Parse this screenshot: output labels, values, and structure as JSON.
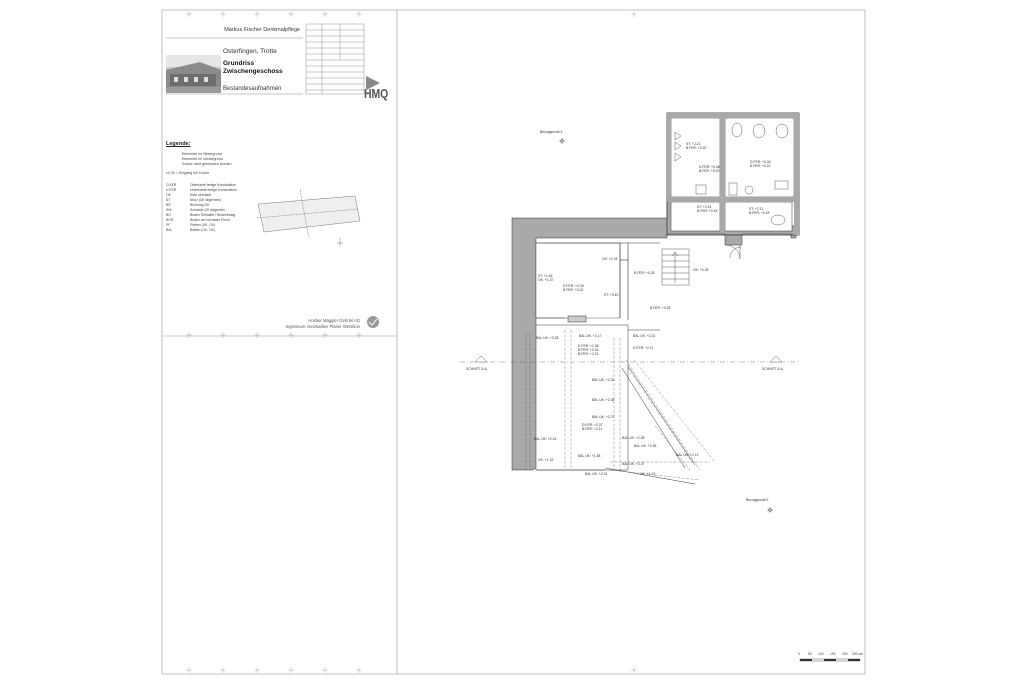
{
  "titleblock": {
    "header": "Markus Fischer Denkmalpflege",
    "place": "Osterfingen, Trotte",
    "title_line1": "Grundriss",
    "title_line2": "Zwischengeschoss",
    "subtitle": "Bestandesaufnahmen",
    "logo": "HMQ",
    "office_footer_line1": "Hosber Mäggler Gehrtel AG",
    "office_footer_line2": "Ingenieure Geomatiker Planer Wetzikon"
  },
  "legend": {
    "title": "Legende:",
    "lines": [
      "Elemente im Hintergrund",
      "Elemente im Vordergrund",
      "Kontur nicht gemessen worden"
    ],
    "note": "±0.00 = Eingang bei Küche",
    "abbreviations": [
      {
        "code": "O.FER",
        "text": "Oberkante fertige Konstruktion"
      },
      {
        "code": "U.FER",
        "text": "Unterkante fertige Konstruktion"
      },
      {
        "code": "OK",
        "text": "Kote oberkant"
      },
      {
        "code": "ST",
        "text": "Sturz (UK allgemein)"
      },
      {
        "code": "BR",
        "text": "Brüstung OK"
      },
      {
        "code": "SW",
        "text": "Schwelle OK allgemein"
      },
      {
        "code": "BO",
        "text": "Boden Gestaltet / Bodenbelag"
      },
      {
        "code": "BON",
        "text": "Boden am höchsten Punkt"
      },
      {
        "code": "PF",
        "text": "Pfetten (UK, OK)"
      },
      {
        "code": "BAL",
        "text": "Balken (UK, OK)"
      }
    ]
  },
  "plan": {
    "bezugspunkt_top": "Bezugspunkt 3",
    "bezugspunkt_bottom": "Bezugspunkt 2",
    "section_left": "SCHNITT A-A",
    "section_right": "SCHNITT A-A",
    "labels": [
      "ST: +2.13",
      "B.FER: +0.20",
      "D.FER: +0.08",
      "B.FER: +0.20",
      "D.FER: +0.34",
      "B.FER: +0.22",
      "ST: +2.14",
      "B.FER: +0.16",
      "ST: +2.11",
      "B.FER: +0.18",
      "OK: +2.24",
      "B.FER: +0.28",
      "OK: +0.28",
      "ST: +1.46",
      "OK: +1.37",
      "D.FER: +0.28",
      "B.FER: +0.22",
      "ST: +0.10",
      "B.FER: +0.25",
      "BAL UK: +2.28",
      "BAL UK: +2.17",
      "BAL UK: +2.42",
      "D.FER: +1.36",
      "B.FER: +2.15",
      "B.FER: +2.15",
      "D.FER: +2.11",
      "BAL UK: +2.31",
      "BAL UK: +2.38",
      "BAL UK: +2.37",
      "D.FER: +2.37",
      "B.FER: +2.11",
      "BAL UK: +2.24",
      "BAL UK: +2.38",
      "BAL UK: +2.35",
      "BAL UK: +2.13",
      "BAL UK: +1.88",
      "BAL UK: +2.37",
      "BAL UK: +2.31",
      "OK: +1.33",
      "OK: +1.13"
    ]
  },
  "scale_bar": {
    "ticks": [
      "0",
      "50",
      "100",
      "150",
      "200",
      "250 cm"
    ]
  },
  "colors": {
    "wall_fill": "#a9a9a9",
    "line": "#333333",
    "frame": "#9a9a9a"
  }
}
